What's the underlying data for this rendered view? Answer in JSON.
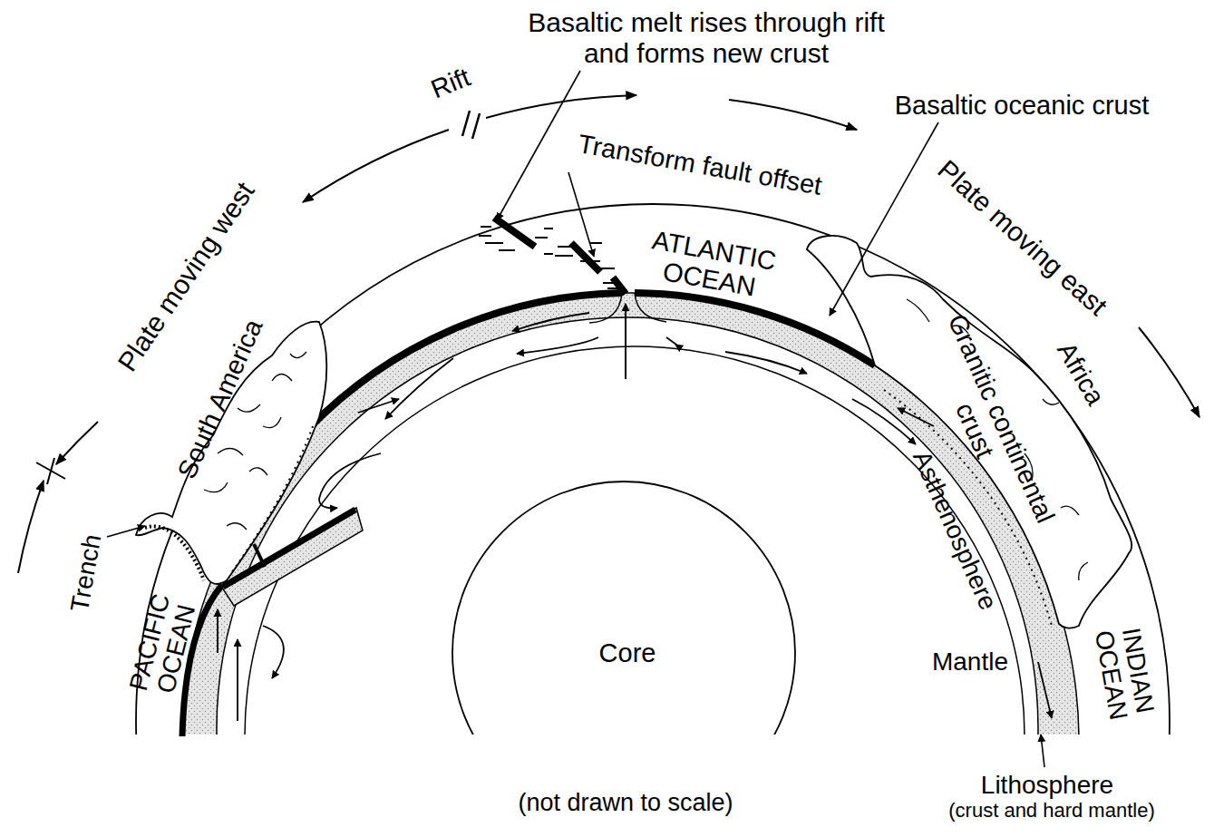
{
  "diagram": {
    "caption": "(not drawn to scale)",
    "nodes": [
      {
        "text": [
          "Core"
        ]
      }
    ],
    "labels": [
      "Basaltic melt rises through rift and forms new crust",
      "Rift",
      "Transform fault offset",
      "Basaltic oceanic crust",
      "Plate moving west",
      "ATLANTIC OCEAN",
      "Plate moving east",
      "South America",
      "Granitic continental crust",
      "Africa",
      "Asthenosphere",
      "Trench",
      "PACIFIC OCEAN",
      "Mantle",
      "INDIAN OCEAN",
      "Lithosphere",
      "(crust and hard mantle)"
    ]
  }
}
